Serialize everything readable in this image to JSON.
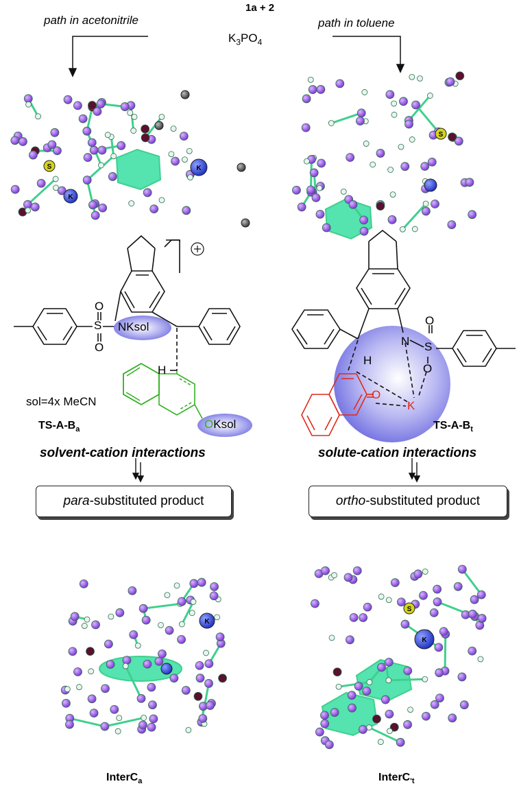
{
  "header": {
    "reaction": "1a + 2",
    "base": "K3PO4",
    "base_prefix": "K",
    "base_sub1": "3",
    "base_mid": "PO",
    "base_sub2": "4"
  },
  "left": {
    "path_label": "path in acetonitrile",
    "ts_label_main": "TS-A-B",
    "ts_label_sub": "a",
    "sol_note": "sol=4x MeCN",
    "interaction": "solvent-cation interactions",
    "product_prefix": "para",
    "product_suffix": "-substituted product",
    "inter_main": "InterC",
    "inter_sub": "a",
    "atoms": {
      "NKsol": "NKsol",
      "OKsol": "OKsol",
      "H": "H",
      "S": "S",
      "O": "O"
    }
  },
  "right": {
    "path_label": "path in toluene",
    "ts_label_main": "TS-A-B",
    "ts_label_sub": "t",
    "interaction": "solute-cation interactions",
    "product_prefix": "ortho",
    "product_suffix": "-substituted product",
    "inter_main": "InterC",
    "inter_sub": "'t",
    "atoms": {
      "N": "N",
      "S": "S",
      "O": "O",
      "H": "H",
      "K": "K"
    }
  },
  "colors": {
    "atom_purple": "#8a3fe0",
    "atom_white": "#e8f5ee",
    "bond_green": "#3fcf8e",
    "ring_fill": "#55e3b0",
    "potassium": "#2b3fd8",
    "sulfur": "#d6d41a",
    "oxygen_dark": "#5a1030",
    "carbon_grey": "#555555",
    "green_naphthyl": "#34b024",
    "red_naphthyl": "#e0291a",
    "sphere": "#7f7ee6"
  }
}
